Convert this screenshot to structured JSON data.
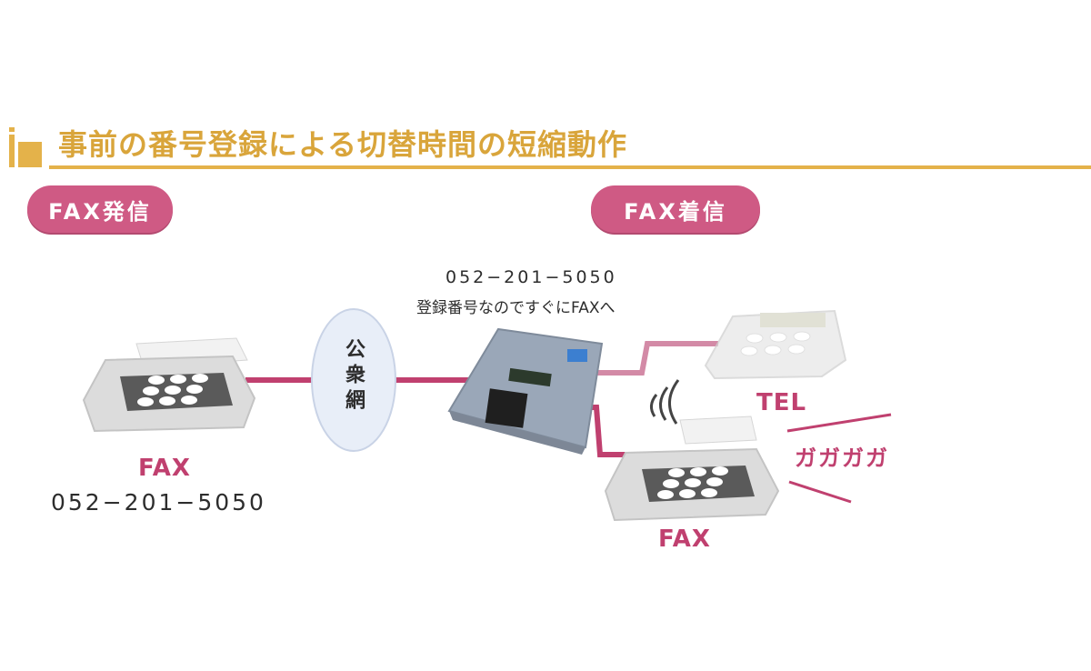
{
  "title": "事前の番号登録による切替時間の短縮動作",
  "pills": {
    "send": "FAX発信",
    "receive": "FAX着信"
  },
  "device": {
    "number": "052−201−5050",
    "note": "登録番号なのですぐにFAXへ"
  },
  "network_label": "公衆網",
  "left_fax": {
    "label": "FAX",
    "number": "052−201−5050"
  },
  "tel_label": "TEL",
  "right_fax_label": "FAX",
  "noise_text": "ガガガガ",
  "colors": {
    "accent_gold": "#e4b24a",
    "title_gold": "#d9a53b",
    "pill_pink": "#cf5a84",
    "line_pink": "#c0406f"
  }
}
